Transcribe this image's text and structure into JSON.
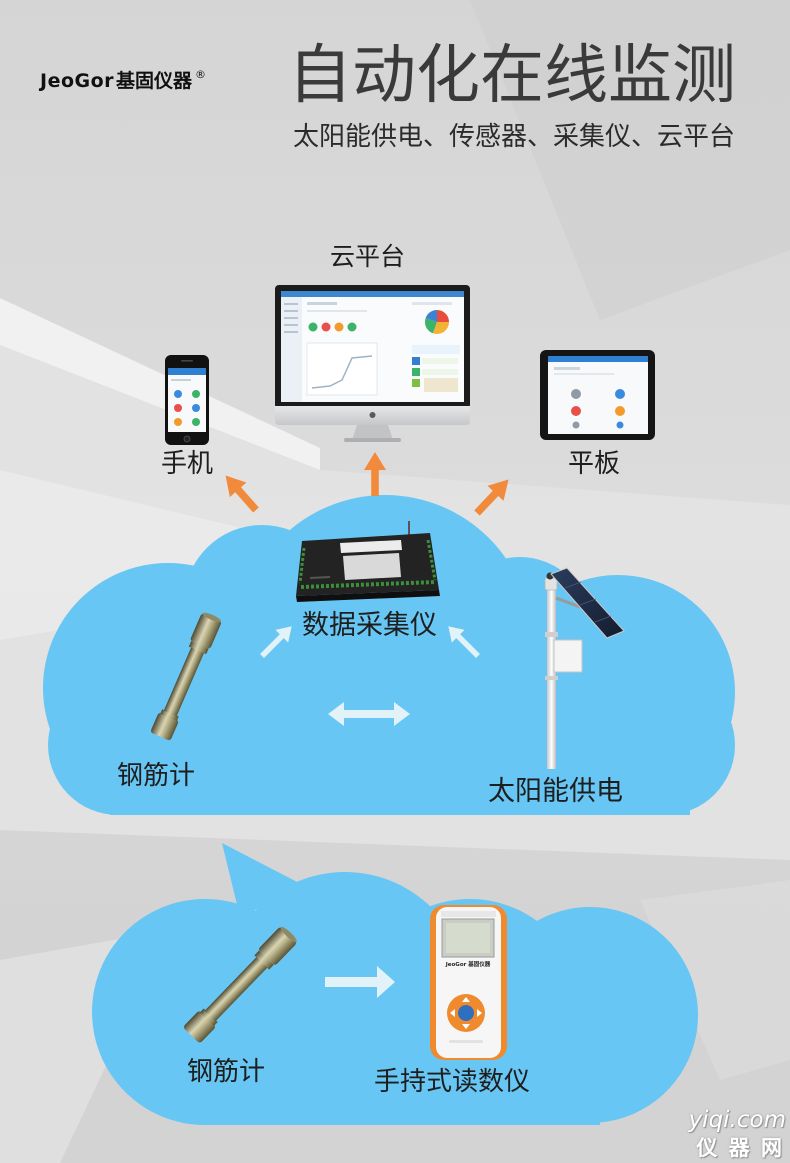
{
  "brand": {
    "name_en": "JeoGor",
    "name_cn": "基固仪器",
    "registered": "®"
  },
  "header": {
    "title": "自动化在线监测",
    "subtitle": "太阳能供电、传感器、采集仪、云平台"
  },
  "diagram": {
    "cloud_platform": "云平台",
    "phone": "手机",
    "tablet": "平板",
    "data_collector": "数据采集仪",
    "rebar_gauge": "钢筋计",
    "solar_power": "太阳能供电",
    "manual": {
      "rebar_gauge": "钢筋计",
      "handheld_reader": "手持式读数仪"
    },
    "handheld_brand": "JeoGor 基固仪器"
  },
  "watermark": {
    "domain": "yiqi.com",
    "name_cn": "仪 器 网"
  },
  "colors": {
    "title": "#3a3a3a",
    "cloud": "#67c6f3",
    "upload_arrow": "#f28a3b",
    "flow_arrow": "#eef6fa",
    "device_accent": "#f08a2e"
  },
  "icons": {
    "upload": "arrow-up-icon",
    "flow": "arrow-icon",
    "exchange": "double-arrow-icon"
  }
}
